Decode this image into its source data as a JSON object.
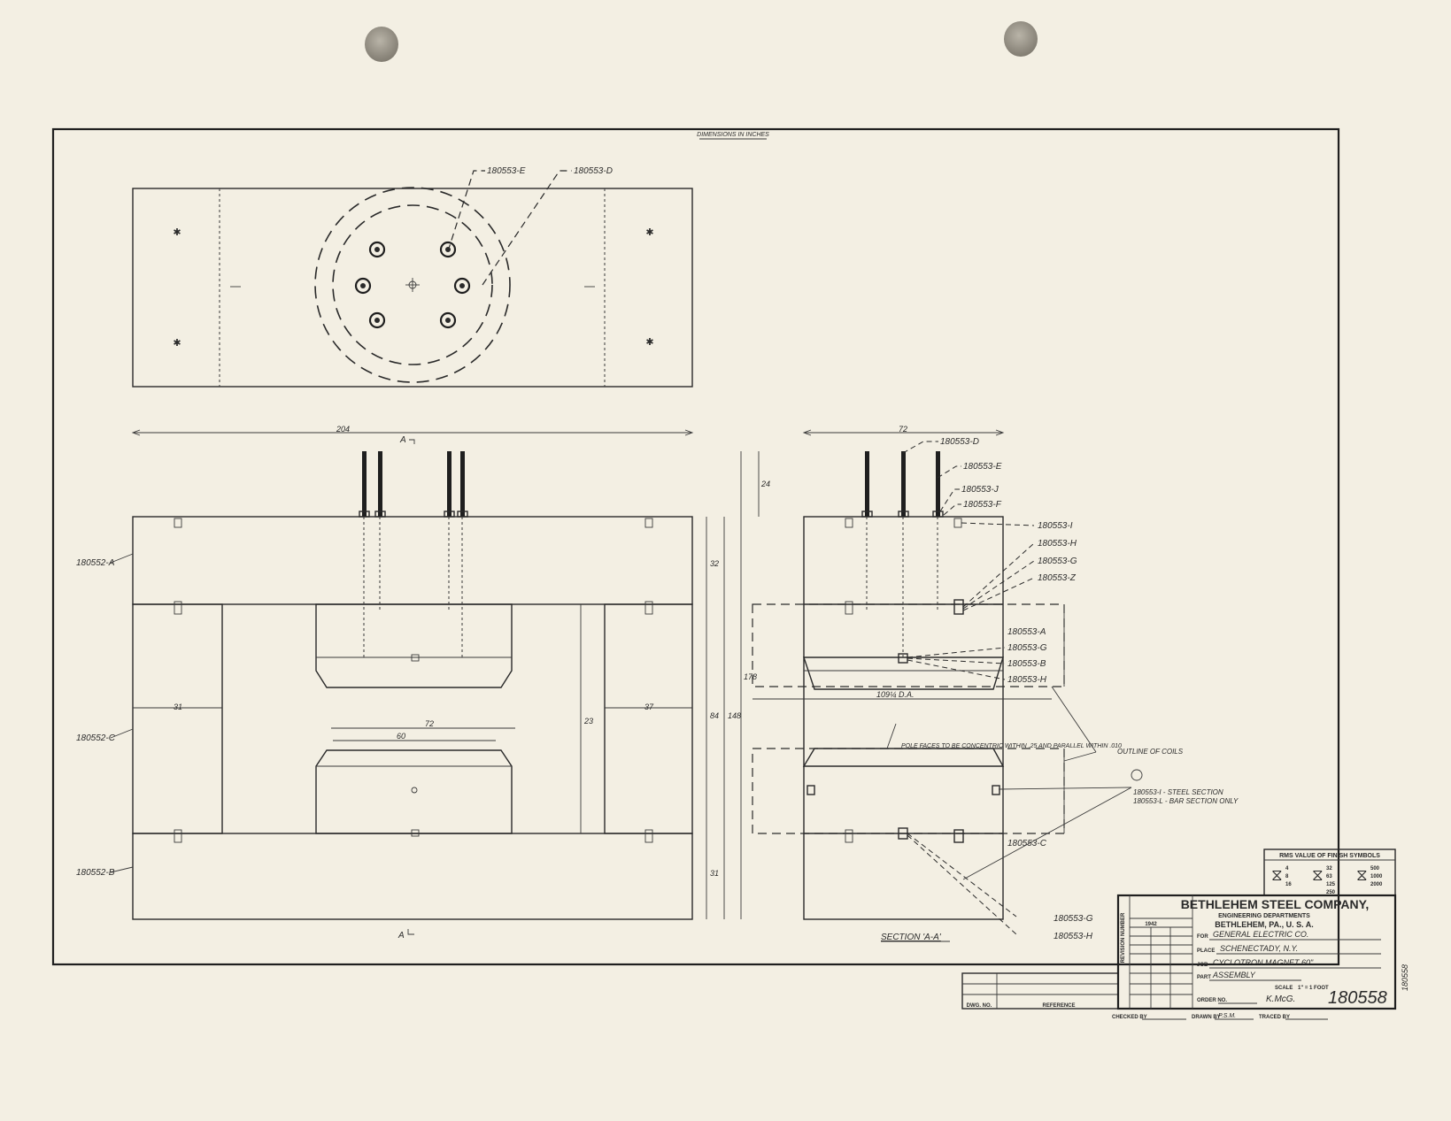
{
  "header_note": "DIMENSIONS IN INCHES",
  "part_labels": {
    "top_e": "180553-E",
    "top_d": "180553-D",
    "front_a": "180552-A",
    "front_c": "180552-C",
    "front_b": "180552-B",
    "side_d": "180553-D",
    "side_e": "180553-E",
    "side_j": "180553-J",
    "side_f": "180553-F",
    "side_i": "180553-I",
    "side_h1": "180553-H",
    "side_g1": "180553-G",
    "side_z": "180553-Z",
    "side_a": "180553-A",
    "side_g2": "180553-G",
    "side_b": "180553-B",
    "side_h2": "180553-H",
    "side_c": "180553-C",
    "side_g3": "180553-G",
    "side_h3": "180553-H"
  },
  "dimensions": {
    "overall_width": "204",
    "side_width": "72",
    "left_leg": "31",
    "right_leg": "37",
    "pole_dia": "72",
    "inner_dia": "60",
    "height_total": "148",
    "height_with_studs": "178",
    "height_84": "84",
    "top_32": "32",
    "bot_31": "31",
    "stud_24": "24",
    "gap_23": "23",
    "coil_dia": "109¼ D.A."
  },
  "section_marks": {
    "top": "A",
    "bottom": "A",
    "section_title": "SECTION 'A-A'"
  },
  "notes": {
    "pole_note": "POLE FACES TO BE CONCENTRIC WITHIN .25 AND PARALLEL WITHIN .010",
    "coil_note": "OUTLINE OF COILS",
    "coil_part_1": "180553-I - STEEL SECTION",
    "coil_part_2": "180553-L - BAR SECTION ONLY"
  },
  "rms_table": {
    "title": "RMS VALUE OF FINISH SYMBOLS",
    "values": [
      "4",
      "8",
      "16",
      "32",
      "63",
      "125",
      "250",
      "500",
      "1000",
      "2000"
    ]
  },
  "title_block": {
    "company": "BETHLEHEM STEEL COMPANY,",
    "department": "ENGINEERING DEPARTMENTS",
    "location": "BETHLEHEM, PA., U. S. A.",
    "for_label": "FOR",
    "for_value": "GENERAL ELECTRIC CO.",
    "place_label": "PLACE",
    "place_value": "SCHENECTADY, N.Y.",
    "job_label": "JOB",
    "job_value": "CYCLOTRON MAGNET 60\"",
    "part_label": "PART",
    "part_value": "ASSEMBLY",
    "scale_label": "SCALE",
    "scale_value": "1\" = 1 FOOT",
    "order_label": "ORDER NO.",
    "checked_label": "CHECKED BY",
    "drawn_label": "DRAWN BY",
    "drawn_value": "P.S.M.",
    "traced_label": "TRACED BY",
    "drawing_number": "180558",
    "year": "1942",
    "rev_header": "REVISION NUMBER",
    "dwg_no_label": "DWG. NO.",
    "reference_label": "REFERENCE"
  },
  "margin_number": "180558"
}
